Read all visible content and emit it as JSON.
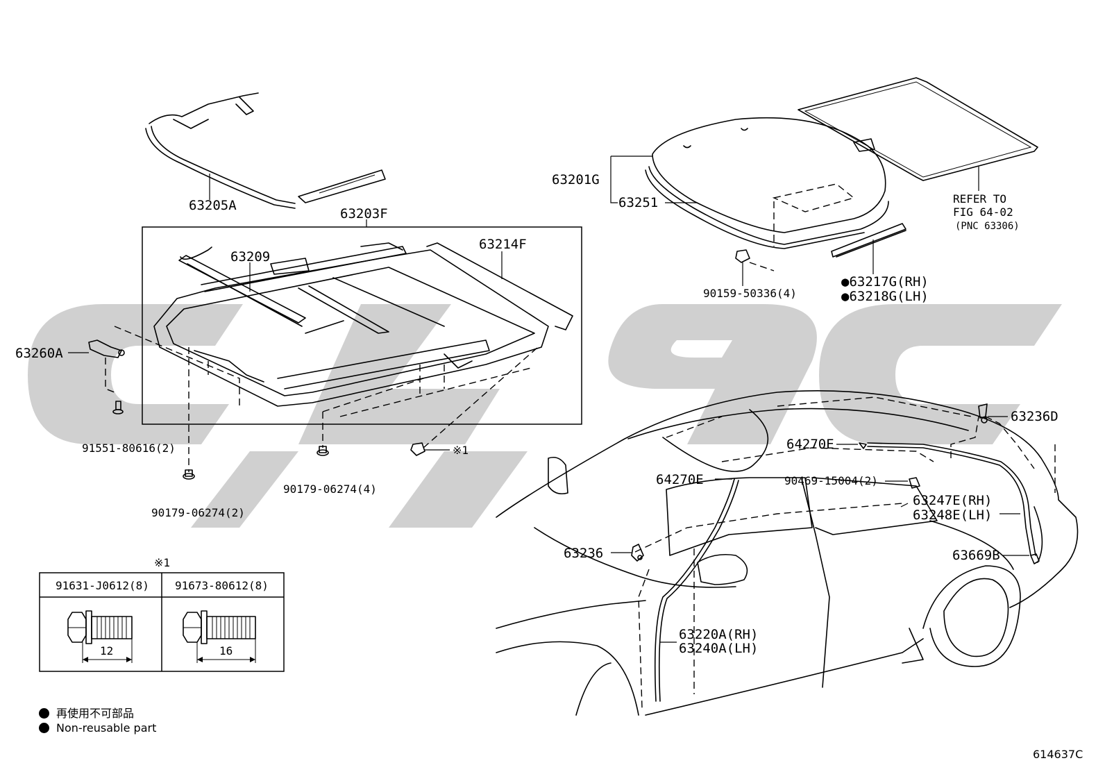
{
  "labels": {
    "p63205A": "63205A",
    "p63203F": "63203F",
    "p63209": "63209",
    "p63214F": "63214F",
    "p63260A": "63260A",
    "p91551": "91551-80616(2)",
    "p90179_2": "90179-06274(2)",
    "p90179_4": "90179-06274(4)",
    "p_ref1": "※1",
    "p63201G": "63201G",
    "p63251": "63251",
    "p90159": "90159-50336(4)",
    "p63217G": "●63217G(RH)",
    "p63218G": "●63218G(LH)",
    "refer1": "REFER TO",
    "refer2": "FIG 64-02",
    "refer3": "(PNC 63306)",
    "p63236D": "63236D",
    "p64270E_a": "64270E",
    "p64270E_b": "64270E",
    "p90469": "90469-15004(2)",
    "p63247E": "63247E(RH)",
    "p63248E": "63248E(LH)",
    "p63236": "63236",
    "p63669B": "63669B",
    "p63220A": "63220A(RH)",
    "p63240A": "63240A(LH)"
  },
  "bolt_table": {
    "title": "※1",
    "col1": "91631-J0612(8)",
    "col2": "91673-80612(8)",
    "dim1": "12",
    "dim2": "16"
  },
  "legend": {
    "jp": "再使用不可部品",
    "en": "Non-reusable part"
  },
  "figure_id": "614637C"
}
